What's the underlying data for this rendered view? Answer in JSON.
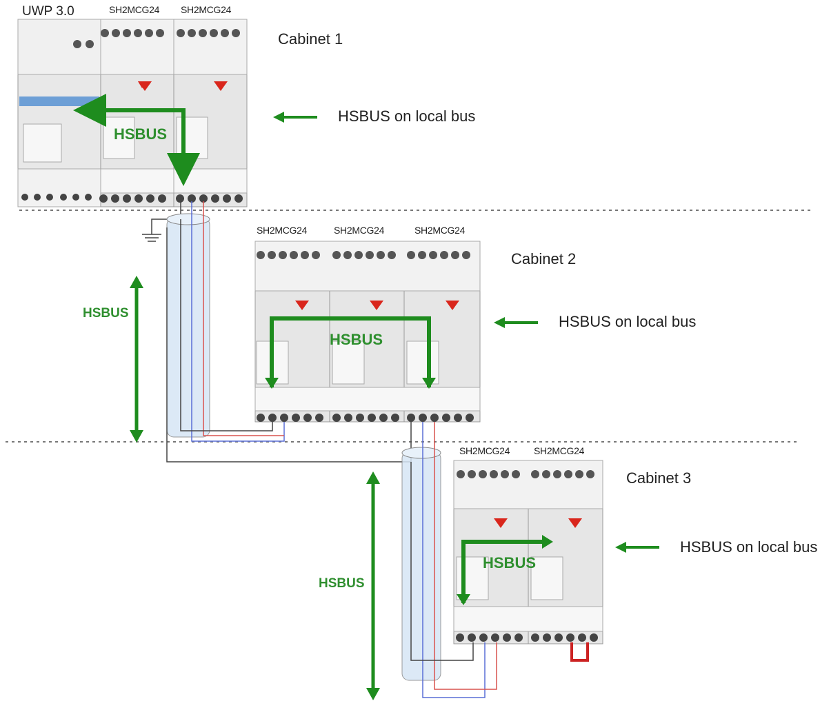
{
  "diagram": {
    "title_device": "UWP 3.0",
    "module_label": "SH2MCG24",
    "bus_label": "HSBUS",
    "local_bus_note": "HSBUS on local bus",
    "cabinets": [
      {
        "name": "Cabinet 1",
        "module_count": 2
      },
      {
        "name": "Cabinet 2",
        "module_count": 3
      },
      {
        "name": "Cabinet 3",
        "module_count": 2
      }
    ]
  },
  "colors": {
    "arrow_green": "#1e8c1e",
    "label_green": "#2f8f2f",
    "wire_red": "#d9534f",
    "wire_blue": "#5a6fd6",
    "wire_black": "#444444",
    "cable_fill": "#d6e6f5",
    "module_body": "#e6e6e6",
    "brand_red": "#d9261c"
  }
}
